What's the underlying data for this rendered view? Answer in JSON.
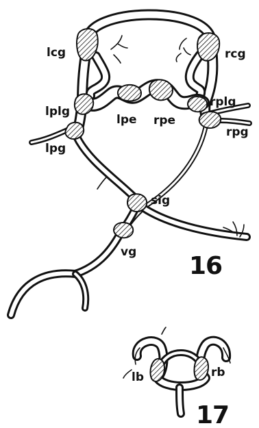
{
  "figures": [
    {
      "number": "16",
      "labels": {
        "lcg": "lcg",
        "rcg": "rcg",
        "lplg": "lplg",
        "rplg": "rplg",
        "lpe": "lpe",
        "rpe": "rpe",
        "lpg": "lpg",
        "rpg": "rpg",
        "sig": "sig",
        "vg": "vg"
      }
    },
    {
      "number": "17",
      "labels": {
        "lb": "lb",
        "rb": "rb"
      }
    }
  ],
  "colors": {
    "ink": "#111111",
    "background": "#ffffff"
  }
}
